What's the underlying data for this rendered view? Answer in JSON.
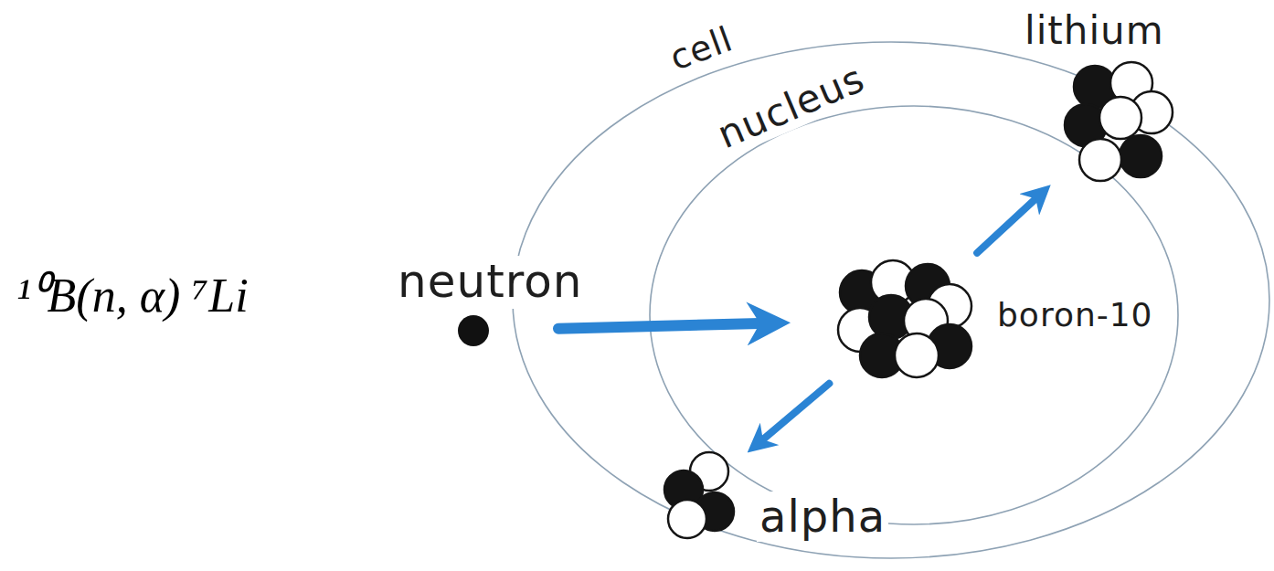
{
  "diagram": {
    "nodes": [
      {
        "text": [
          "cell"
        ]
      },
      {
        "text": [
          "nucleus"
        ],
        "in": 0
      },
      {
        "text": [
          "neutron"
        ]
      },
      {
        "text": [
          "lithium"
        ],
        "in": 0
      },
      {
        "text": [
          "boron-10"
        ],
        "in": 1
      },
      {
        "text": [
          "alpha"
        ],
        "in": 0
      }
    ],
    "edges": [
      {
        "from": 2,
        "to": 4,
        "arrow": "to"
      },
      {
        "from": 4,
        "to": 3,
        "arrow": "to"
      },
      {
        "from": 4,
        "to": 5,
        "arrow": "to"
      }
    ],
    "labels": [
      "¹⁰B(n, α) ⁷Li"
    ]
  }
}
